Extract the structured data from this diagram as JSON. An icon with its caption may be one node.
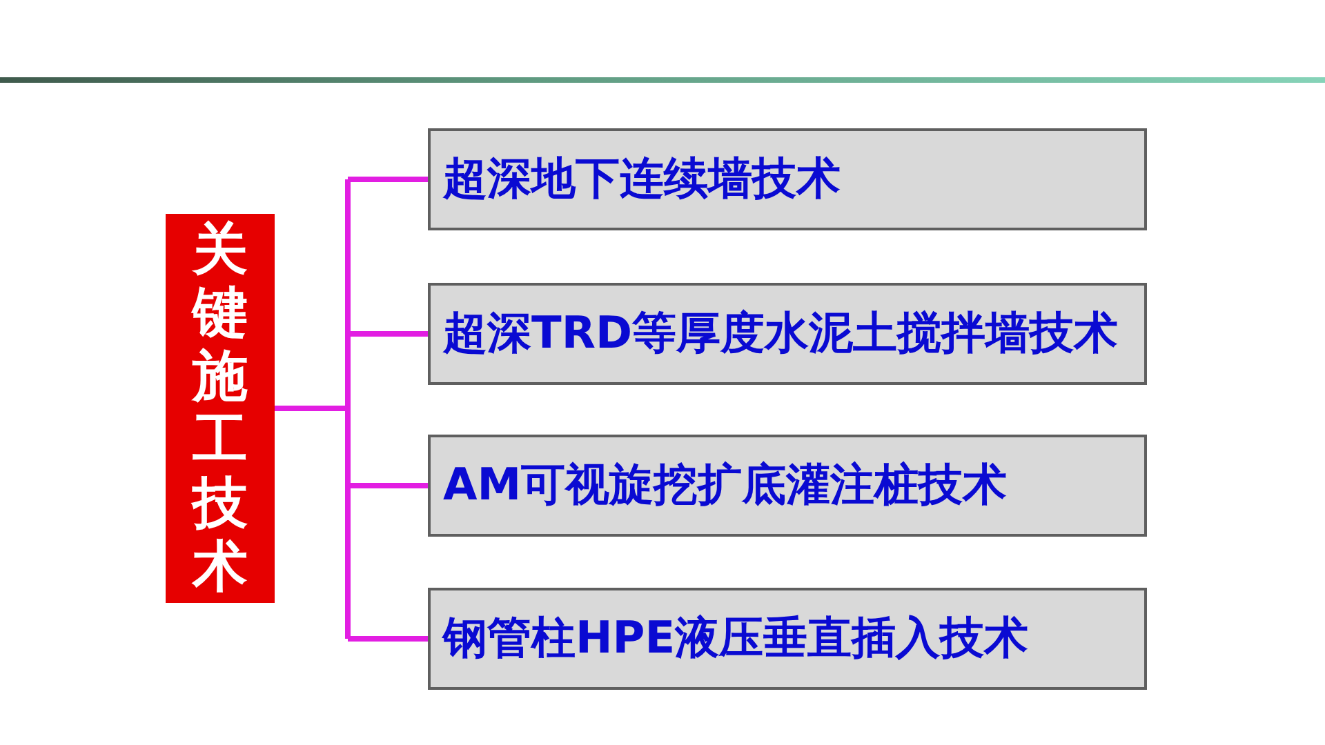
{
  "diagram": {
    "nodes": [
      {
        "text": [
          "关键施工技术"
        ]
      },
      {
        "text": [
          "超深地下连续墙技术"
        ]
      },
      {
        "text": [
          "超深TRD等厚度水泥土搅拌墙技术"
        ]
      },
      {
        "text": [
          "AM可视旋挖扩底灌注桩技术"
        ]
      },
      {
        "text": [
          "钢管柱HPE液压垂直插入技术"
        ]
      }
    ],
    "edges": [
      {
        "from": 0,
        "to": 1,
        "arrow": "none"
      },
      {
        "from": 0,
        "to": 2,
        "arrow": "none"
      },
      {
        "from": 0,
        "to": 3,
        "arrow": "none"
      },
      {
        "from": 0,
        "to": 4,
        "arrow": "none"
      }
    ]
  }
}
